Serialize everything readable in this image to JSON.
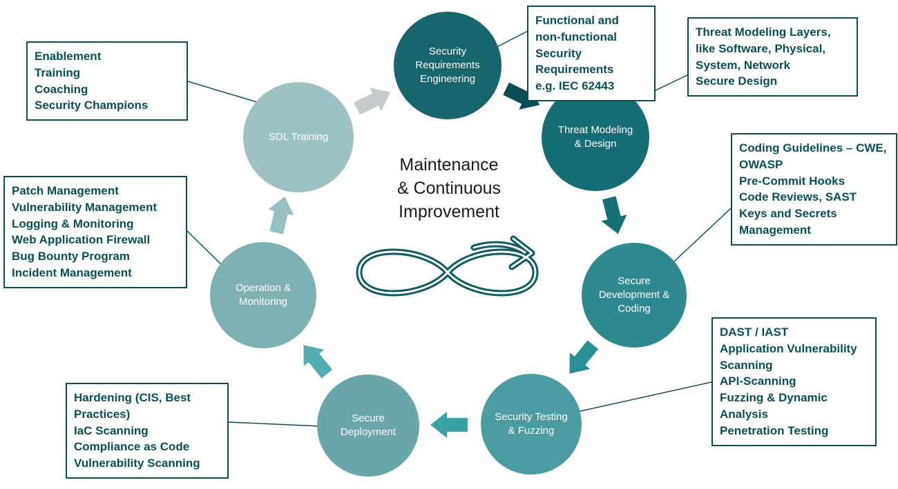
{
  "colors": {
    "background": "#ffffff",
    "accent_teal": "#0a4f55",
    "infinity_stroke": "#0b5a60"
  },
  "center": {
    "lines": [
      "Maintenance",
      "& Continuous",
      "Improvement"
    ]
  },
  "nodes": [
    {
      "id": "security-requirements-engineering",
      "label": "Security Requirements Engineering",
      "color": "#16666c"
    },
    {
      "id": "threat-modeling-design",
      "label": "Threat Modeling & Design",
      "color": "#166e74"
    },
    {
      "id": "secure-development-coding",
      "label": "Secure Development & Coding",
      "color": "#2f8a8f"
    },
    {
      "id": "security-testing-fuzzing",
      "label": "Security Testing & Fuzzing",
      "color": "#4a9ca0"
    },
    {
      "id": "secure-deployment",
      "label": "Secure Deployment",
      "color": "#69a7aa"
    },
    {
      "id": "operation-monitoring",
      "label": "Operation & Monitoring",
      "color": "#7db1b2"
    },
    {
      "id": "sdl-training",
      "label": "SDL Training",
      "color": "#9ec2c3"
    }
  ],
  "arrows": [
    {
      "from": "sdl-training",
      "to": "security-requirements-engineering",
      "color": "#c6cbcd"
    },
    {
      "from": "security-requirements-engineering",
      "to": "threat-modeling-design",
      "color": "#0a4d53"
    },
    {
      "from": "threat-modeling-design",
      "to": "secure-development-coding",
      "color": "#157076"
    },
    {
      "from": "secure-development-coding",
      "to": "security-testing-fuzzing",
      "color": "#2b9096"
    },
    {
      "from": "security-testing-fuzzing",
      "to": "secure-deployment",
      "color": "#3aa2a7"
    },
    {
      "from": "secure-deployment",
      "to": "operation-monitoring",
      "color": "#52aeb2"
    },
    {
      "from": "operation-monitoring",
      "to": "sdl-training",
      "color": "#95c1c2"
    }
  ],
  "callouts": [
    {
      "id": "security-requirements-details",
      "lines": [
        "Functional and non-functional Security Requirements",
        "e.g. IEC 62443"
      ]
    },
    {
      "id": "threat-modeling-details",
      "lines": [
        "Threat Modeling Layers, like Software, Physical, System, Network",
        "Secure Design"
      ]
    },
    {
      "id": "secure-development-details",
      "lines": [
        "Coding Guidelines – CWE, OWASP",
        "Pre-Commit Hooks",
        "Code Reviews, SAST",
        "Keys and Secrets Management"
      ]
    },
    {
      "id": "security-testing-details",
      "lines": [
        "DAST / IAST",
        "Application Vulnerability Scanning",
        "API-Scanning",
        "Fuzzing & Dynamic Analysis",
        "Penetration Testing"
      ]
    },
    {
      "id": "secure-deployment-details",
      "lines": [
        "Hardening (CIS, Best Practices)",
        "IaC Scanning",
        "Compliance as Code",
        "Vulnerability Scanning"
      ]
    },
    {
      "id": "operation-monitoring-details",
      "lines": [
        "Patch Management",
        "Vulnerability Management",
        "Logging & Monitoring",
        "Web Application Firewall",
        "Bug Bounty Program",
        "Incident Management"
      ]
    },
    {
      "id": "sdl-training-details",
      "lines": [
        "Enablement",
        "Training",
        "Coaching",
        "Security Champions"
      ]
    }
  ]
}
